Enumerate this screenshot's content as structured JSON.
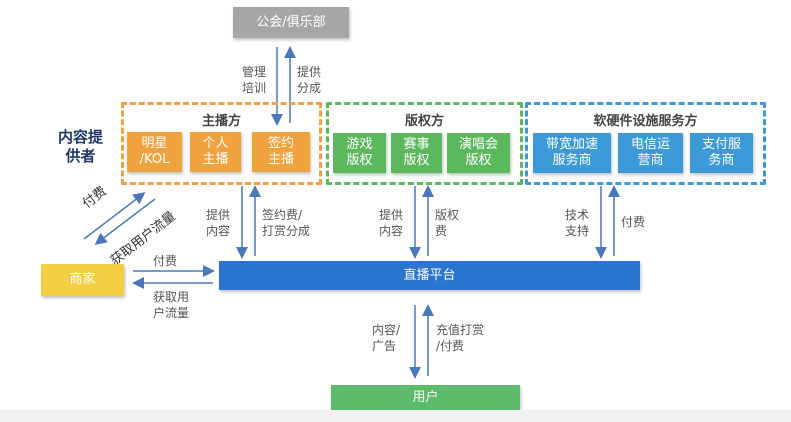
{
  "top": {
    "label": "公会/俱乐部"
  },
  "content_provider_title": "内容提\n供者",
  "groups": {
    "anchor": {
      "title": "主播方",
      "items": [
        "明星\n/KOL",
        "个人\n主播",
        "签约\n主播"
      ]
    },
    "copyright": {
      "title": "版权方",
      "items": [
        "游戏\n版权",
        "赛事\n版权",
        "演唱会\n版权"
      ]
    },
    "infra": {
      "title": "软硬件设施服务方",
      "items": [
        "带宽加速\n服务商",
        "电信运\n营商",
        "支付服\n务商"
      ]
    }
  },
  "platform": {
    "label": "直播平台"
  },
  "merchant": {
    "label": "商家"
  },
  "user": {
    "label": "用户"
  },
  "edge_labels": {
    "guild_down": "管理\n培训",
    "guild_up": "提供\n分成",
    "anchor_down": "提供\n内容",
    "anchor_up": "签约费/\n打赏分成",
    "copyright_down": "提供\n内容",
    "copyright_up": "版权\n费",
    "infra_down": "技术\n支持",
    "infra_up": "付费",
    "merchant_to_provider": "付费",
    "provider_to_merchant": "获取用户流量",
    "merchant_to_platform": "付费",
    "platform_to_merchant": "获取用\n户流量",
    "platform_to_user": "内容/\n广告",
    "user_to_platform": "充值打赏\n/付费"
  },
  "colors": {
    "orange": "#f0a23e",
    "green": "#5cb85c",
    "blue": "#3d9ad8",
    "platform": "#2b74cf",
    "merchant": "#f4cf44",
    "guild": "#a6a6a6",
    "arrow": "#4a78b8"
  }
}
